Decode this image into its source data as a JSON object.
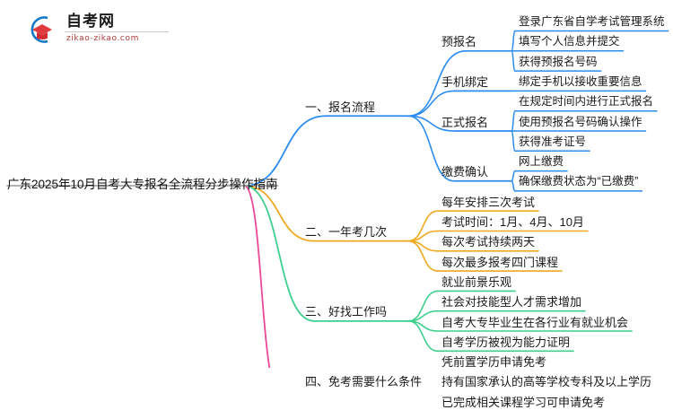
{
  "logo": {
    "name": "自考网",
    "url": "zikao-zikao.com",
    "mark": "graduation-cap-logo"
  },
  "mindmap": {
    "root": "广东2025年10月自考大专报名全流程分步操作指南",
    "branches": [
      {
        "label": "一、报名流程",
        "color": "#2B8CF0",
        "children": [
          {
            "label": "预报名",
            "items": [
              "登录广东省自学考试管理系统",
              "填写个人信息并提交",
              "获得预报名号码"
            ]
          },
          {
            "label": "手机绑定",
            "items": [
              "绑定手机以接收重要信息"
            ]
          },
          {
            "label": "正式报名",
            "items": [
              "在规定时间内进行正式报名",
              "使用预报名号码确认操作",
              "获得准考证号"
            ]
          },
          {
            "label": "缴费确认",
            "items": [
              "网上缴费",
              "确保缴费状态为“已缴费”"
            ]
          }
        ]
      },
      {
        "label": "二、一年考几次",
        "color": "#EFA920",
        "children": [
          {
            "label": "每年安排三次考试",
            "items": []
          },
          {
            "label": "考试时间：1月、4月、10月",
            "items": []
          },
          {
            "label": "每次考试持续两天",
            "items": []
          },
          {
            "label": "每次最多报考四门课程",
            "items": []
          }
        ]
      },
      {
        "label": "三、好找工作吗",
        "color": "#3ECf8E",
        "children": [
          {
            "label": "就业前景乐观",
            "items": []
          },
          {
            "label": "社会对技能型人才需求增加",
            "items": []
          },
          {
            "label": "自考大专毕业生在各行业有就业机会",
            "items": []
          },
          {
            "label": "自考学历被视为能力证明",
            "items": []
          }
        ]
      },
      {
        "label": "四、免考需要什么条件",
        "color": "#EC4899",
        "children": [
          {
            "label": "凭前置学历申请免考",
            "items": []
          },
          {
            "label": "持有国家承认的高等学校专科及以上学历",
            "items": []
          },
          {
            "label": "已完成相关课程学习可申请免考",
            "items": []
          }
        ]
      }
    ]
  }
}
